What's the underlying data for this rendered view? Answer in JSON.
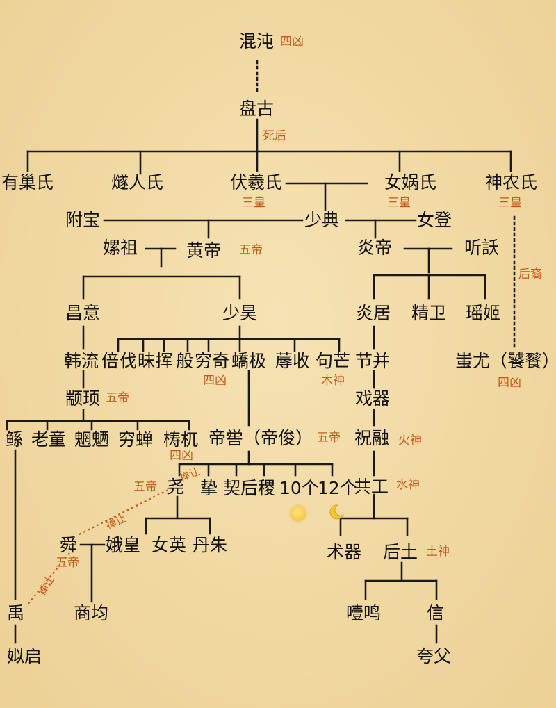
{
  "colors": {
    "line": "#1a1a1a",
    "tag": "#c25a17",
    "background": "#f1d9a3"
  },
  "nodes": {
    "hundun": "混沌",
    "pangu": "盘古",
    "youchao": "有巢氏",
    "suiren": "燧人氏",
    "fuxi": "伏羲氏",
    "nvwa": "女娲氏",
    "shennong": "神农氏",
    "fubao": "附宝",
    "shaodian": "少典",
    "nvdeng": "女登",
    "leizu": "嫘祖",
    "huangdi": "黄帝",
    "yandi": "炎帝",
    "tingyao": "听訞",
    "changyi": "昌意",
    "shaohao": "少昊",
    "yanju": "炎居",
    "jingwei": "精卫",
    "yaoji": "瑶姬",
    "han_liu": "韩流",
    "bei": "倍",
    "fa": "伐",
    "mei": "昧",
    "hui": "挥",
    "ban": "般",
    "qiongqi": "穷奇",
    "jiao": "蟜极",
    "ru": "蓐收",
    "goumang": "句芒",
    "jiebing": "节并",
    "chiyou": "蚩尤（饕餮）",
    "zhuanxu": "颛顼",
    "xiqi": "戏器",
    "gun": "鲧",
    "laotong": "老童",
    "wangliang": "魍魉",
    "qiongchan": "穷蝉",
    "taowu": "梼杌",
    "diku": "帝喾（帝俊）",
    "zhurong": "祝融",
    "yao": "尧",
    "zhi": "挚",
    "qi_xie": "契",
    "hou_ji": "后稷",
    "ten": "10个",
    "twelve": "12个",
    "gonggong": "共工",
    "shun": "舜",
    "ehuang": "娥皇",
    "nvying": "女英",
    "danzhu": "丹朱",
    "shuqi": "术器",
    "houtu": "后土",
    "yu": "禹",
    "shangjun": "商均",
    "yiming": "噎鸣",
    "xin": "信",
    "si_qi": "姒启",
    "kuafu": "夸父"
  },
  "tags": {
    "hundun_tag": "四凶",
    "sihou": "死后",
    "fuxi_tag": "三皇",
    "nvwa_tag": "三皇",
    "shennong_tag": "三皇",
    "huangdi_tag": "五帝",
    "houyi": "后裔",
    "qiongqi_tag": "四凶",
    "goumang_tag": "木神",
    "chiyou_tag": "四凶",
    "zhuanxu_tag": "五帝",
    "diku_tag": "五帝",
    "zhurong_tag": "火神",
    "taowu_tag": "四凶",
    "shanrang1": "禅让",
    "yao_tag": "五帝",
    "gonggong_tag": "水神",
    "shanrang2": "禅让",
    "shun_tag": "五帝",
    "houtu_tag": "土神",
    "shanrang3": "禅让"
  },
  "icons": {
    "sun": "sun-face-icon",
    "moon": "crescent-moon-icon"
  }
}
